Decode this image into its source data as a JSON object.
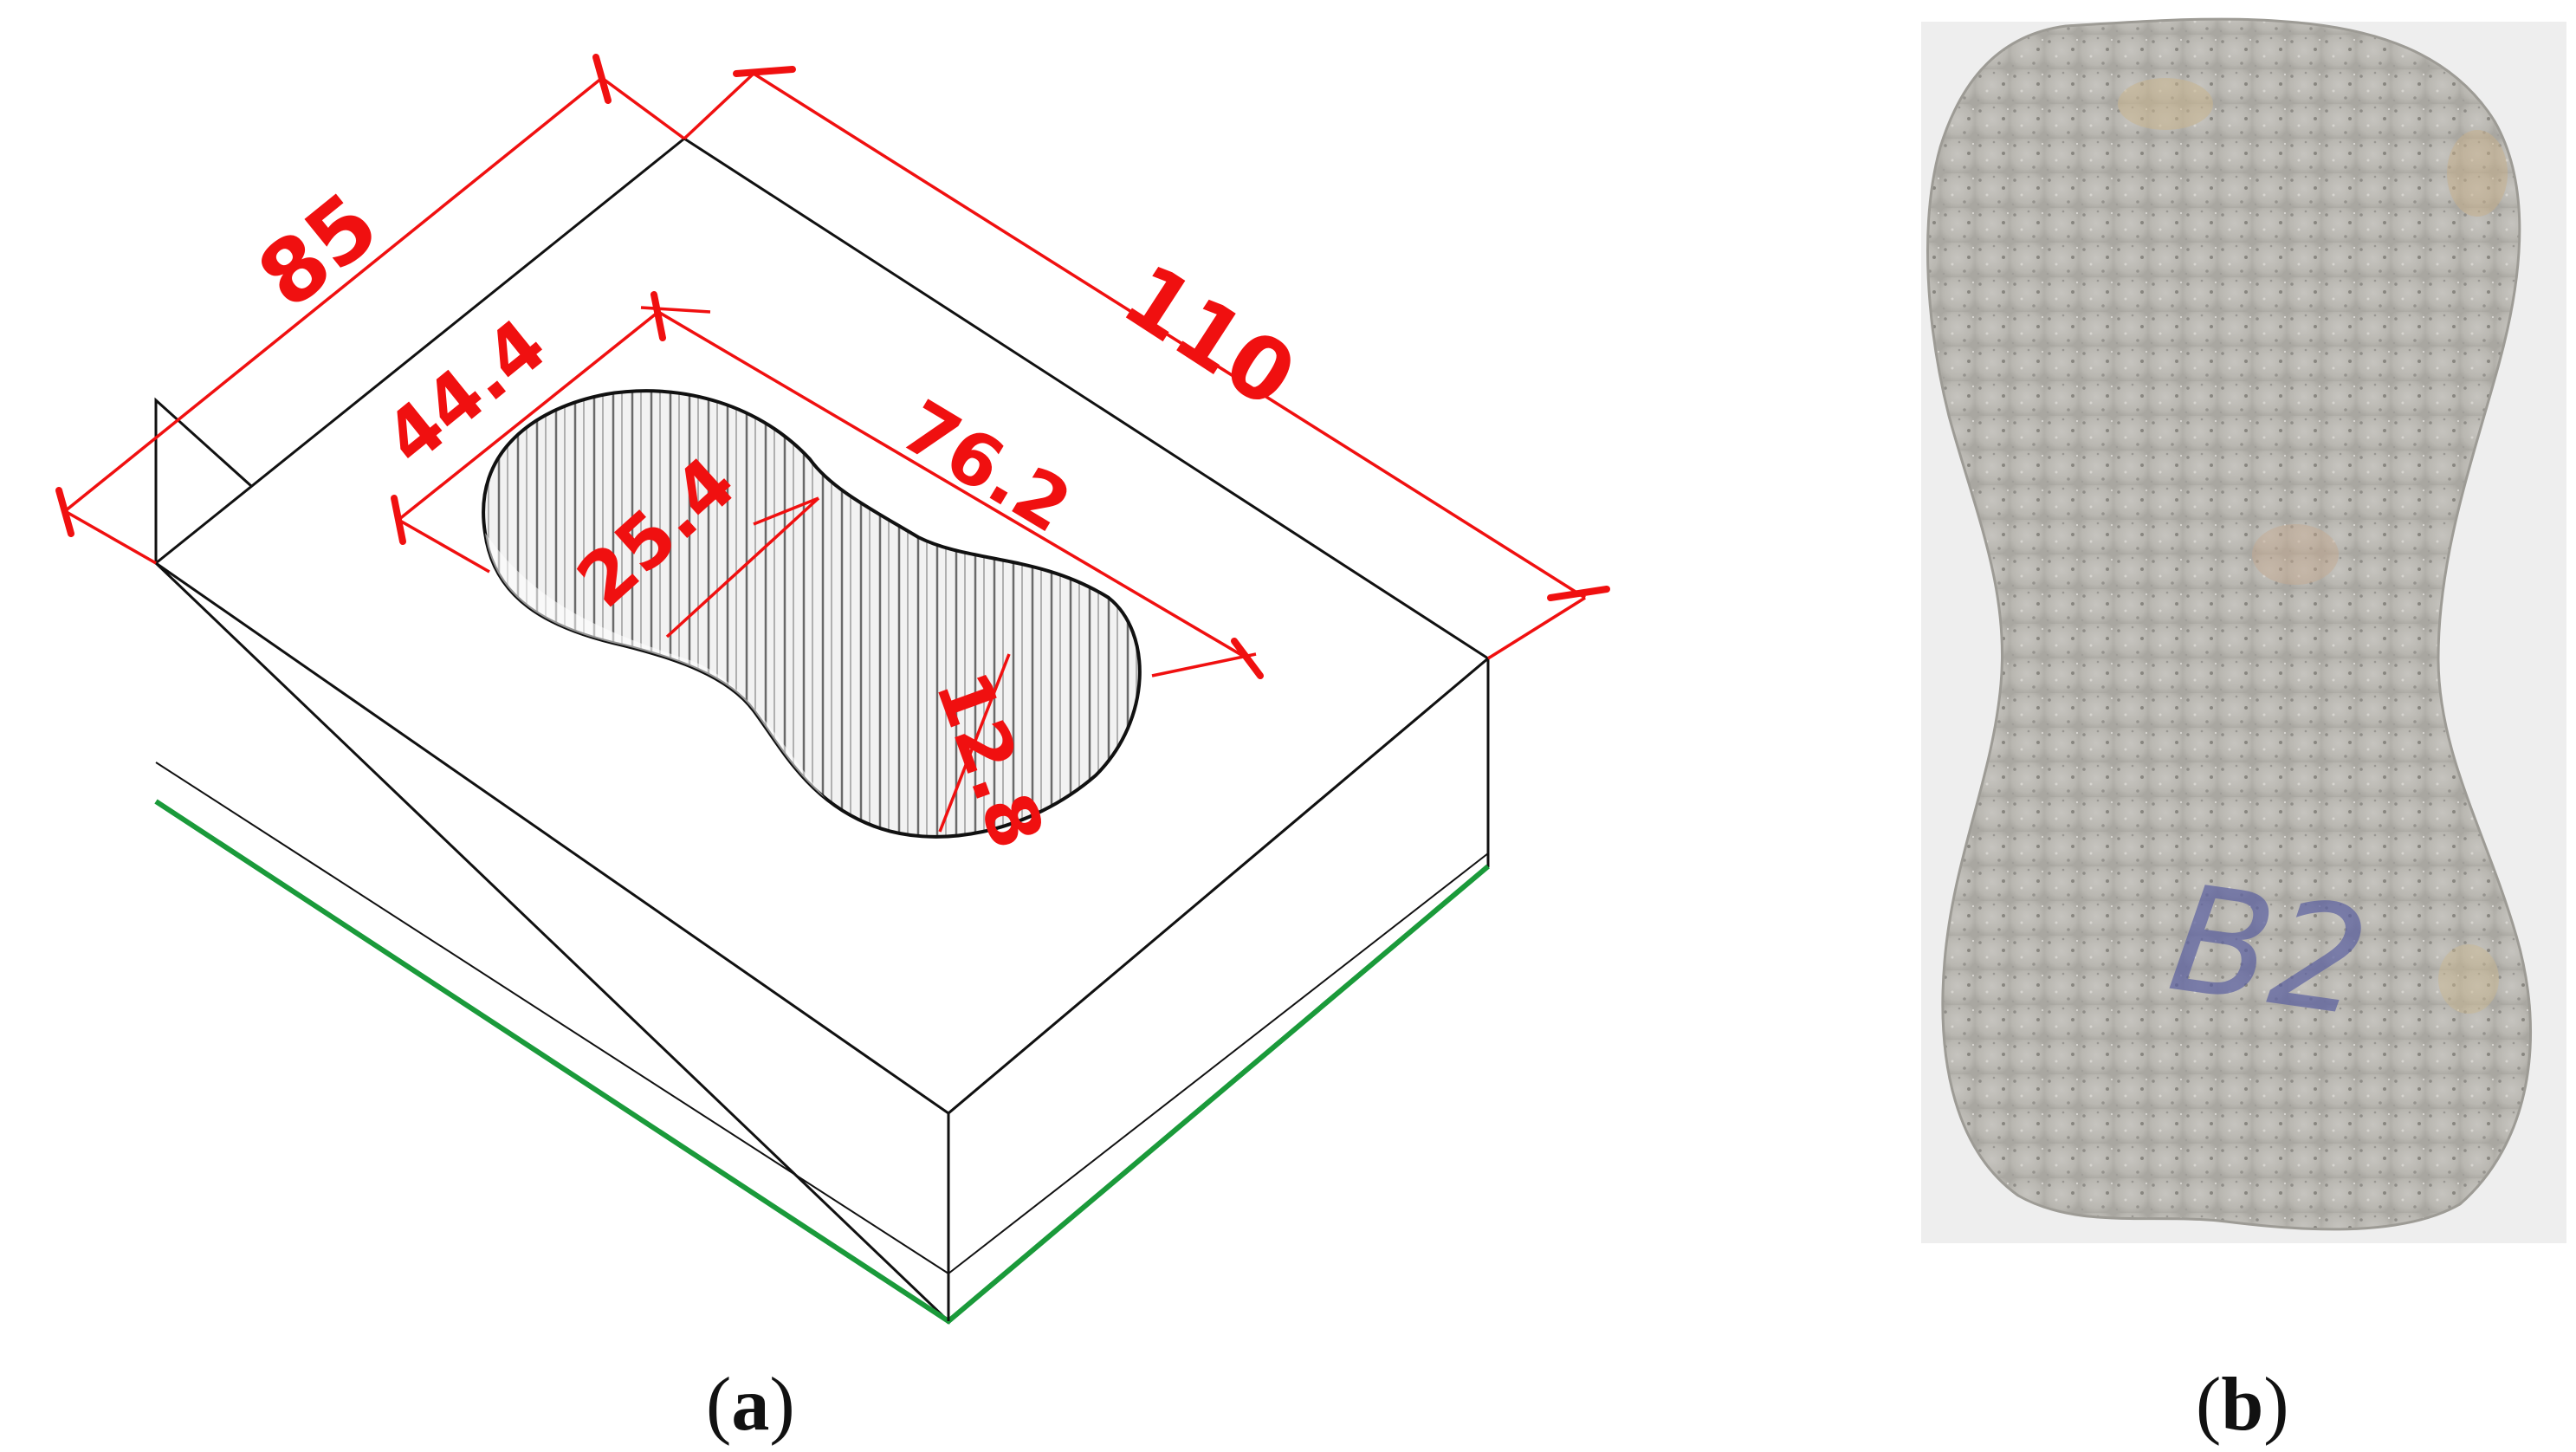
{
  "panel_a": {
    "dimensions": {
      "width": "85",
      "length": "110",
      "neck_region": "44.4",
      "gauge_length": "76.2",
      "end_width": "25.4",
      "neck_width": "12.8"
    },
    "caption_letter": "a"
  },
  "panel_b": {
    "caption_letter": "b",
    "specimen_mark": "B2"
  },
  "colors": {
    "dimension": "#f01010",
    "outline": "#111111",
    "base_edge": "#1a9a3a",
    "concrete": "#bcbab4",
    "photo_bg": "#eeeeee"
  }
}
